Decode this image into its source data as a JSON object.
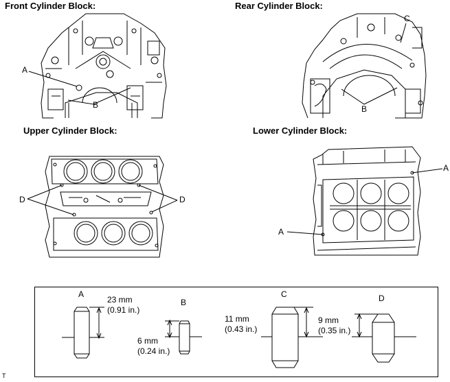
{
  "headings": {
    "front": "Front Cylinder Block:",
    "rear": "Rear Cylinder Block:",
    "upper": "Upper Cylinder Block:",
    "lower": "Lower Cylinder Block:"
  },
  "callouts": {
    "front_a": "A",
    "front_b": "B",
    "rear_b": "B",
    "rear_c": "C",
    "upper_d_left": "D",
    "upper_d_right": "D",
    "lower_a_top": "A",
    "lower_a_bottom": "A"
  },
  "pins": [
    {
      "letter": "A",
      "mm": "23 mm",
      "inch": "(0.91 in.)"
    },
    {
      "letter": "B",
      "mm": "6 mm",
      "inch": "(0.24 in.)"
    },
    {
      "letter": "C",
      "mm": "11 mm",
      "inch": "(0.43 in.)"
    },
    {
      "letter": "D",
      "mm": "9 mm",
      "inch": "(0.35 in.)"
    }
  ],
  "corner_mark": "T"
}
